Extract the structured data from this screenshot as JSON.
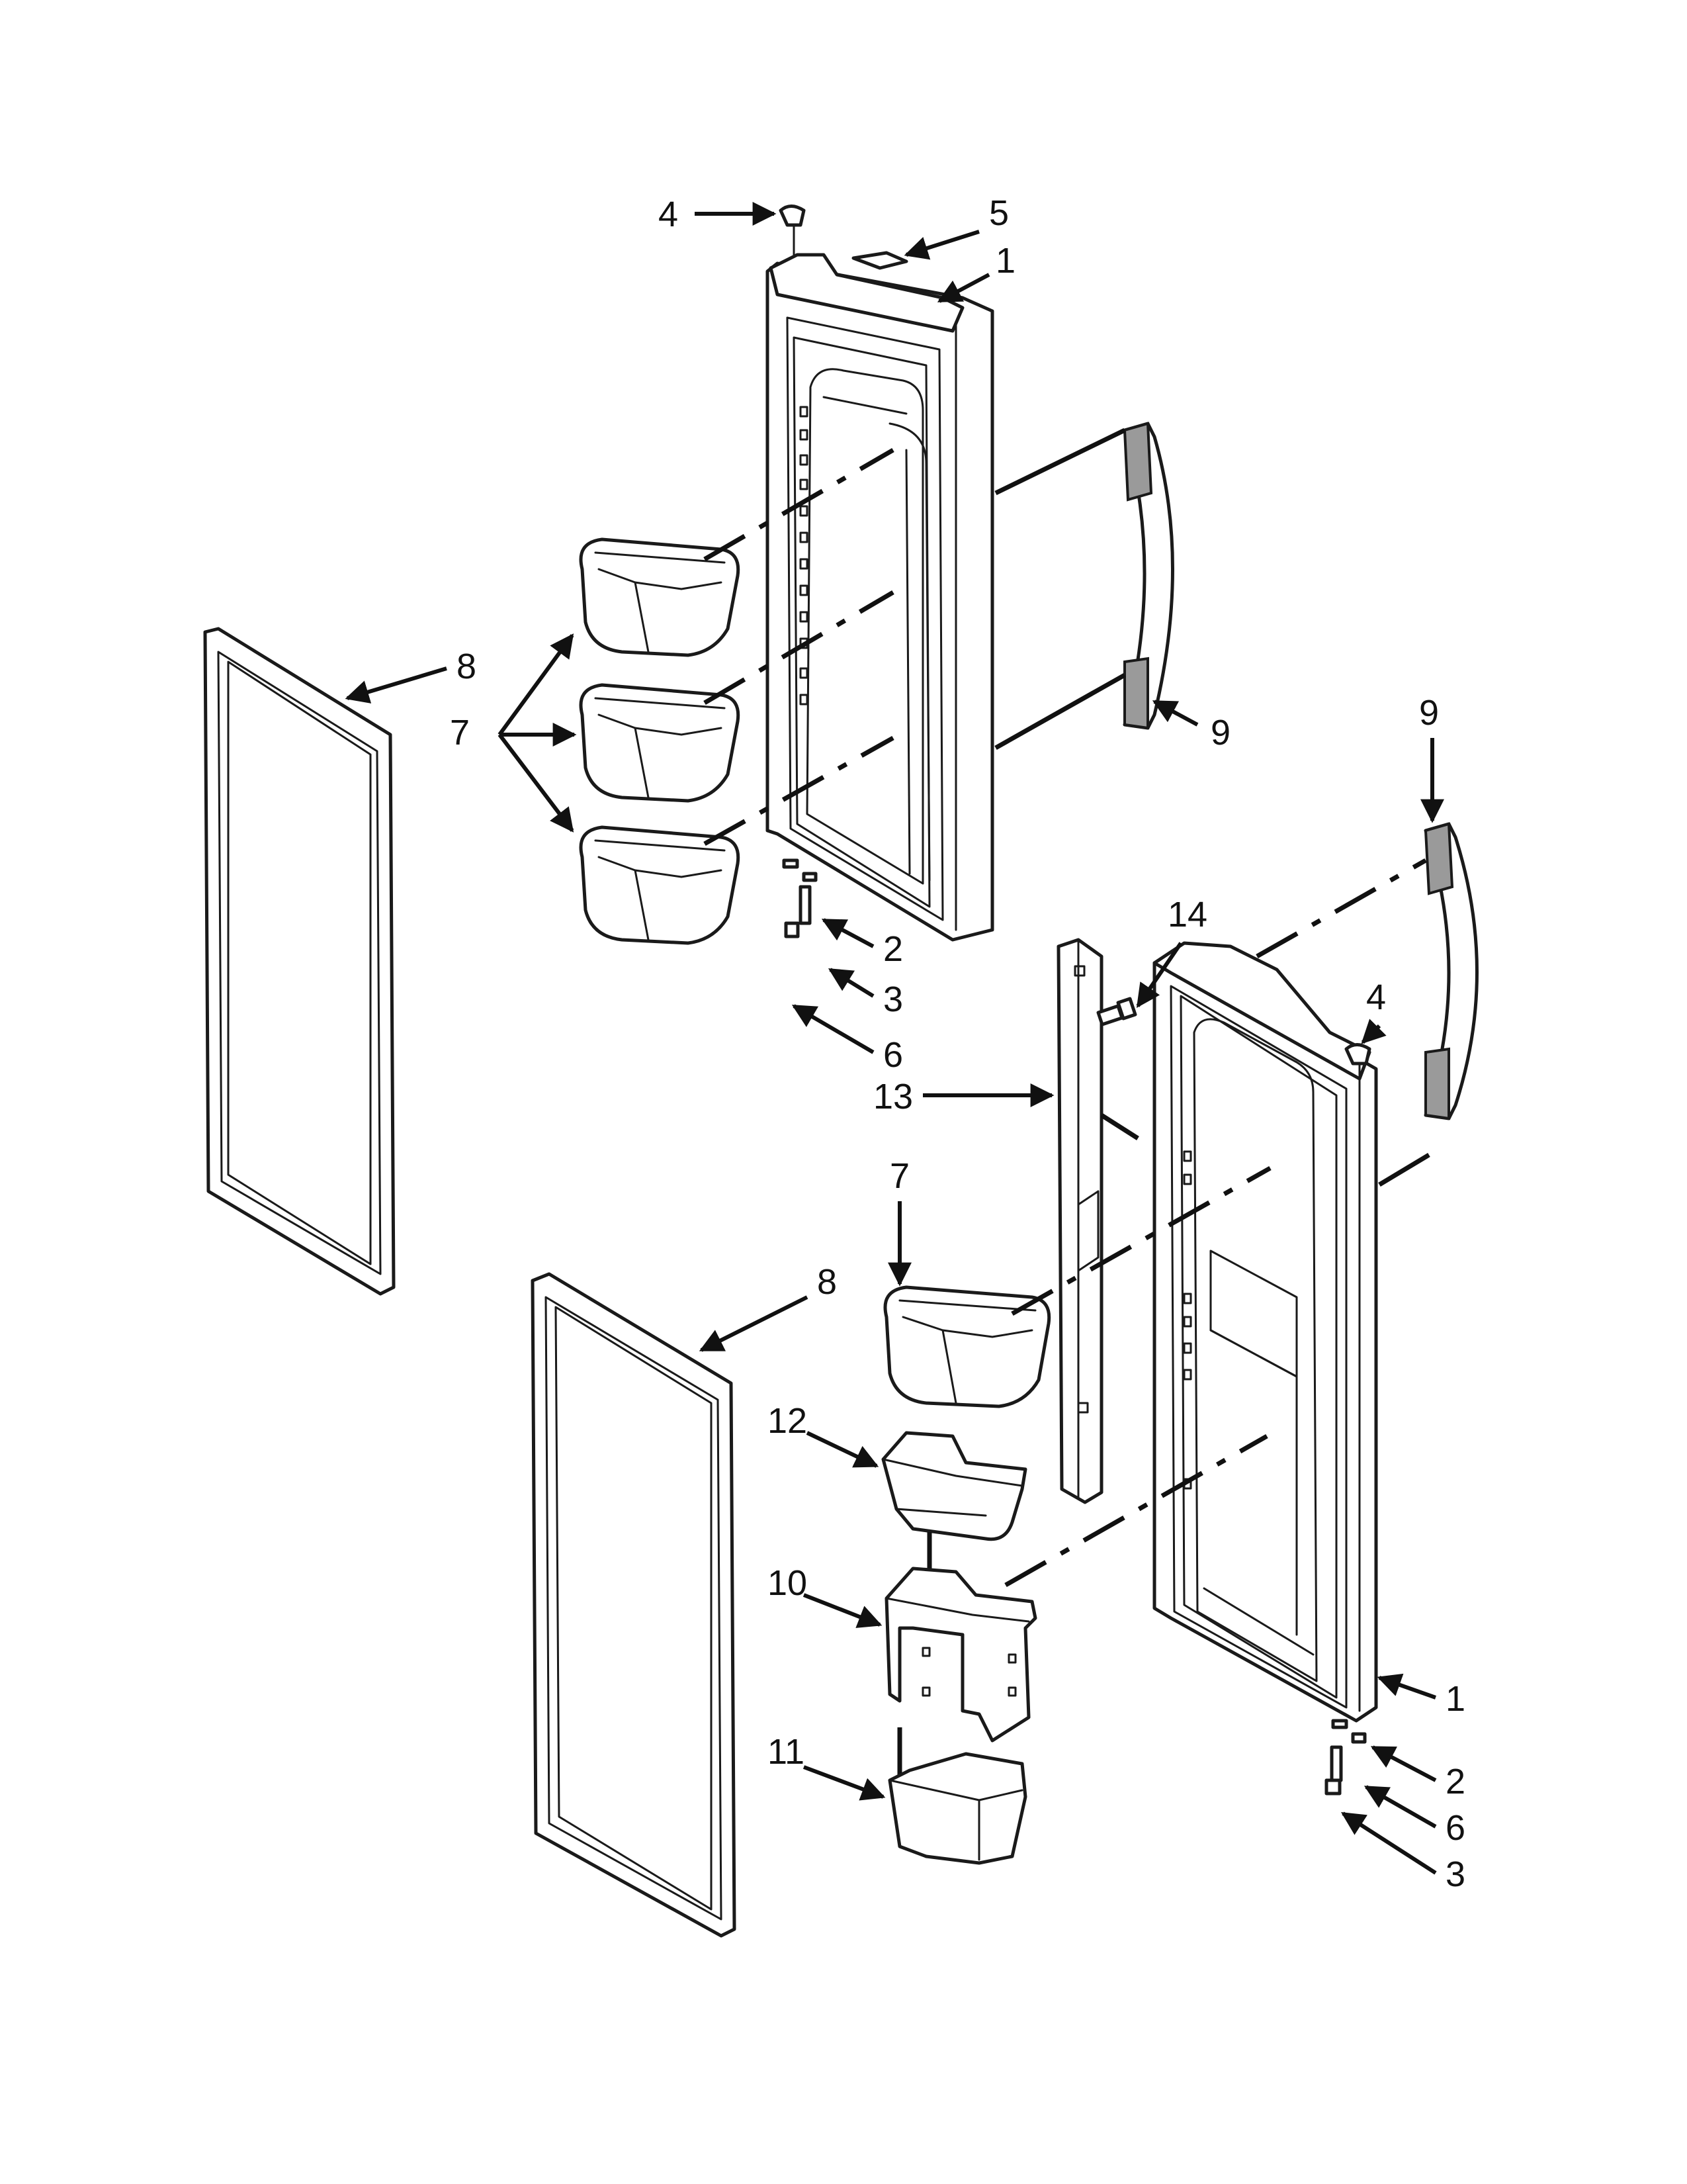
{
  "callouts": {
    "c1": "4",
    "c2": "5",
    "c3": "1",
    "c4": "9",
    "c5": "8",
    "c6": "7",
    "c7": "2",
    "c8": "3",
    "c9": "6",
    "c10": "9",
    "c11": "14",
    "c12": "4",
    "c13": "13",
    "c14": "7",
    "c15": "8",
    "c16": "12",
    "c17": "10",
    "c18": "11",
    "c19": "1",
    "c20": "2",
    "c21": "6",
    "c22": "3"
  },
  "colors": {
    "line": "#1a1a1a",
    "background": "#ffffff"
  }
}
